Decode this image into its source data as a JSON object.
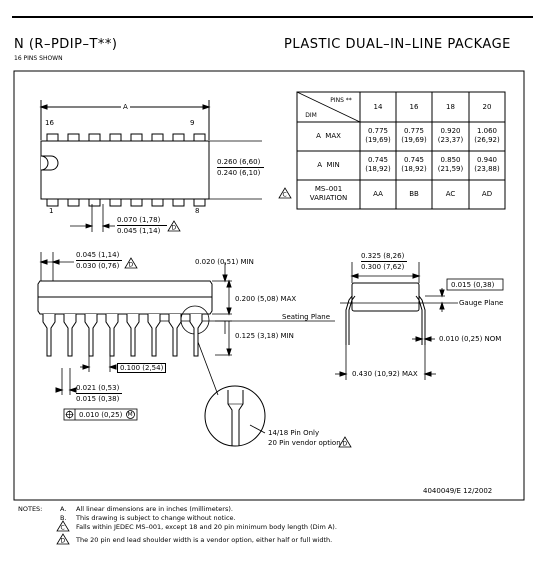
{
  "header": {
    "code": "N (R–PDIP–T**)",
    "pins_shown": "16 PINS SHOWN",
    "title": "PLASTIC DUAL–IN–LINE PACKAGE"
  },
  "top_view": {
    "dim_A": "A",
    "pin_16": "16",
    "pin_9": "9",
    "pin_1": "1",
    "pin_8": "8",
    "width_max": "0.260 (6,60)",
    "width_min": "0.240 (6,10)",
    "lead_width_max": "0.070 (1,78)",
    "lead_width_min": "0.045 (1,14)",
    "lead_width_note": "D"
  },
  "table": {
    "pins_header": "PINS **",
    "dim_header": "DIM",
    "columns": [
      "14",
      "16",
      "18",
      "20"
    ],
    "rows": [
      {
        "label": "A  MAX",
        "values": [
          [
            "0.775",
            "(19,69)"
          ],
          [
            "0.775",
            "(19,69)"
          ],
          [
            "0.920",
            "(23,37)"
          ],
          [
            "1.060",
            "(26,92)"
          ]
        ]
      },
      {
        "label": "A  MIN",
        "values": [
          [
            "0.745",
            "(18,92)"
          ],
          [
            "0.745",
            "(18,92)"
          ],
          [
            "0.850",
            "(21,59)"
          ],
          [
            "0.940",
            "(23,88)"
          ]
        ]
      },
      {
        "label": [
          "MS–001",
          "VARIATION"
        ],
        "values": [
          [
            "AA"
          ],
          [
            "BB"
          ],
          [
            "AC"
          ],
          [
            "AD"
          ]
        ],
        "note": "C"
      }
    ]
  },
  "side_view": {
    "shoulder_max": "0.045 (1,14)",
    "shoulder_min": "0.030 (0,76)",
    "shoulder_note": "D",
    "standoff_min": "0.020 (0,51) MIN",
    "body_height_max": "0.200 (5,08) MAX",
    "seating_plane": "Seating Plane",
    "lead_length_min": "0.125 (3,18) MIN",
    "pitch": "0.100 (2,54)",
    "lead_dia_max": "0.021 (0,53)",
    "lead_dia_min": "0.015 (0,38)",
    "tolerance_value": "0.010 (0,25)",
    "tolerance_modifier": "M"
  },
  "end_view": {
    "row_space_max": "0.325 (8,26)",
    "row_space_min": "0.300 (7,62)",
    "lead_thickness": "0.015 (0,38)",
    "gauge_plane": "Gauge Plane",
    "lead_offset": "0.010 (0,25) NOM",
    "spread_max": "0.430 (10,92) MAX"
  },
  "detail": {
    "line1": "14/18 Pin Only",
    "line2": "20 Pin vendor option",
    "note": "D"
  },
  "doc_id": "4040049/E  12/2002",
  "notes": {
    "label": "NOTES:",
    "items": [
      {
        "key": "A.",
        "text": "All linear dimensions are in inches (millimeters)."
      },
      {
        "key": "B.",
        "text": "This drawing is subject to change without notice."
      },
      {
        "key": "C",
        "text": "Falls within JEDEC MS–001, except 18 and 20 pin minimum body length (Dim A)."
      },
      {
        "key": "D",
        "text": "The 20 pin end lead shoulder width is a vendor option, either half or full width."
      }
    ]
  }
}
